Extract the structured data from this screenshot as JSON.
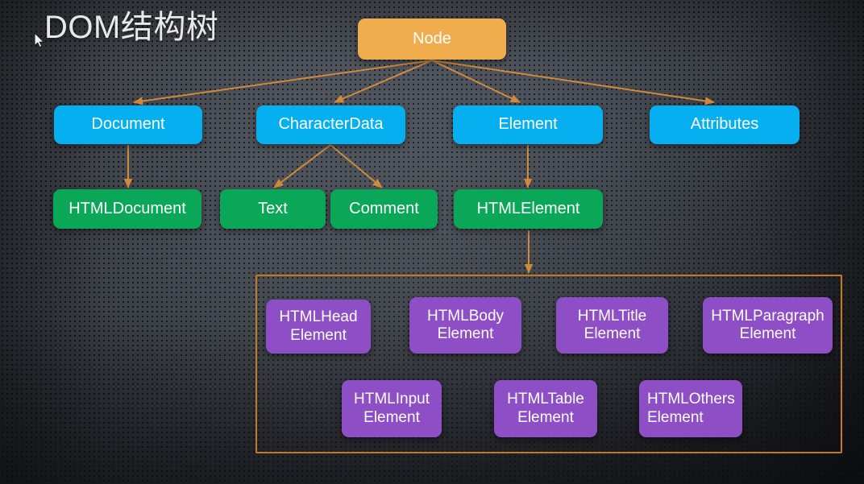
{
  "page": {
    "title": "DOM结构树",
    "cursor": "mouse-pointer"
  },
  "colors": {
    "root": "#f0ad4e",
    "level1": "#06b0f0",
    "level2": "#09a757",
    "level3": "#8e4ec6",
    "edge": "#d08a3c",
    "frame": "#c4781f",
    "text": "#ffffff",
    "title_text": "#e8e8e8",
    "background": "#4a4f57"
  },
  "diagram": {
    "type": "tree",
    "root": {
      "id": "node",
      "label": "Node"
    },
    "level1": [
      {
        "id": "document",
        "label": "Document"
      },
      {
        "id": "characterdata",
        "label": "CharacterData"
      },
      {
        "id": "element",
        "label": "Element"
      },
      {
        "id": "attributes",
        "label": "Attributes"
      }
    ],
    "level2": [
      {
        "id": "htmldocument",
        "label": "HTMLDocument"
      },
      {
        "id": "text",
        "label": "Text"
      },
      {
        "id": "comment",
        "label": "Comment"
      },
      {
        "id": "htmlelement",
        "label": "HTMLElement"
      }
    ],
    "level3_row1": [
      {
        "id": "htmlhead",
        "line1": "HTMLHead",
        "line2": "Element"
      },
      {
        "id": "htmlbody",
        "line1": "HTMLBody",
        "line2": "Element"
      },
      {
        "id": "htmltitle",
        "line1": "HTMLTitle",
        "line2": "Element"
      },
      {
        "id": "htmlparagraph",
        "line1": "HTMLParagraph",
        "line2": "Element"
      }
    ],
    "level3_row2": [
      {
        "id": "htmlinput",
        "line1": "HTMLInput",
        "line2": "Element"
      },
      {
        "id": "htmltable",
        "line1": "HTMLTable",
        "line2": "Element"
      },
      {
        "id": "htmlothers",
        "line1": "HTMLOthers",
        "line2": "Element"
      }
    ],
    "edges": [
      {
        "from": "node",
        "to": "document"
      },
      {
        "from": "node",
        "to": "characterdata"
      },
      {
        "from": "node",
        "to": "element"
      },
      {
        "from": "node",
        "to": "attributes"
      },
      {
        "from": "document",
        "to": "htmldocument"
      },
      {
        "from": "characterdata",
        "to": "text"
      },
      {
        "from": "characterdata",
        "to": "comment"
      },
      {
        "from": "element",
        "to": "htmlelement"
      },
      {
        "from": "htmlelement",
        "to": "html-element-group"
      }
    ]
  }
}
